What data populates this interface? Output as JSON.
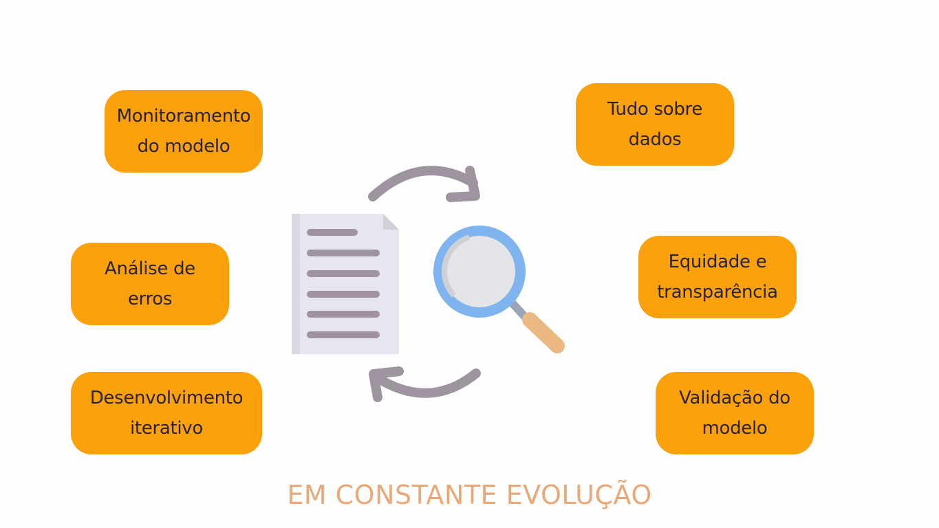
{
  "boxes": {
    "monitoramento": "Monitoramento\ndo modelo",
    "analise": "Análise de\nerros",
    "desenvolvimento": "Desenvolvimento\niterativo",
    "dados": "Tudo sobre\ndados",
    "equidade": "Equidade e\ntransparência",
    "validacao": "Validação do\nmodelo"
  },
  "footer": {
    "title": "EM CONSTANTE EVOLUÇÃO"
  },
  "icons": {
    "document": "document-icon",
    "magnifier": "magnifying-glass-icon",
    "arrow_top": "curved-arrow-right-icon",
    "arrow_bottom": "curved-arrow-left-icon"
  },
  "colors": {
    "box_fill": "#fba10b",
    "box_text": "#2a2233",
    "arrow": "#9e949f",
    "footer_text": "#e8a878",
    "lens_rim": "#7fb4ef",
    "handle": "#ecb881"
  }
}
